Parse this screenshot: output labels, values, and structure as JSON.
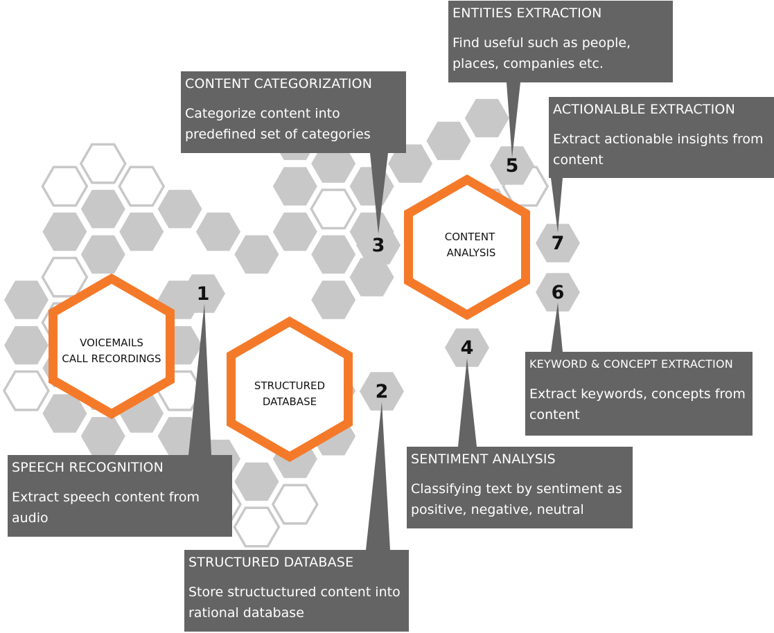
{
  "colors": {
    "hex_fill": "#c8c8c8",
    "hex_outline": "#c8c8c8",
    "accent": "#f47a2a",
    "box": "#646464",
    "text": "#111111"
  },
  "nodes": {
    "voicemails": [
      "VOICEMAILS",
      "CALL RECORDINGS"
    ],
    "structured_db": [
      "STRUCTURED",
      "DATABASE"
    ],
    "content_analysis": [
      "CONTENT",
      "ANALYSIS"
    ]
  },
  "steps": [
    "1",
    "2",
    "3",
    "4",
    "5",
    "6",
    "7"
  ],
  "callouts": {
    "speech": {
      "title": "SPEECH RECOGNITION",
      "desc": "Extract speech content from audio"
    },
    "database": {
      "title": "STRUCTURED DATABASE",
      "desc": "Store structuctured content into rational database"
    },
    "categorization": {
      "title": "CONTENT CATEGORIZATION",
      "desc": "Categorize content into predefined set of categories"
    },
    "sentiment": {
      "title": "SENTIMENT ANALYSIS",
      "desc": "Classifying text by sentiment as positive, negative, neutral"
    },
    "entities": {
      "title": "ENTITIES EXTRACTION",
      "desc": "Find useful such as people, places, companies etc."
    },
    "keyword": {
      "title": "KEYWORD & CONCEPT EXTRACTION",
      "desc": "Extract keywords, concepts from content"
    },
    "actionable": {
      "title": "ACTIONALBLE EXTRACTION",
      "desc": "Extract actionable insights from content"
    }
  }
}
